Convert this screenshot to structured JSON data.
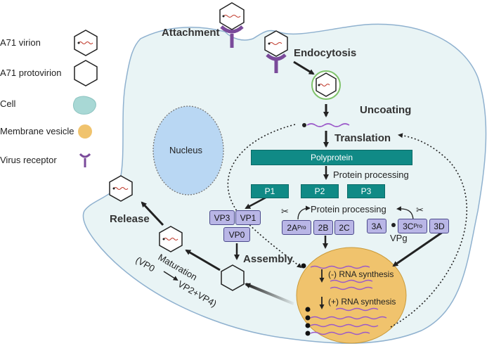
{
  "legend": {
    "virion": "A71 virion",
    "protovirion": "A71 protovirion",
    "cell": "Cell",
    "vesicle": "Membrane vesicle",
    "receptor": "Virus receptor"
  },
  "steps": {
    "attachment": "Attachment",
    "endocytosis": "Endocytosis",
    "uncoating": "Uncoating",
    "translation": "Translation",
    "release": "Release",
    "assembly": "Assembly"
  },
  "labels": {
    "nucleus": "Nucleus",
    "polyprotein": "Polyprotein",
    "protein_processing_1": "Protein processing",
    "protein_processing_2": "Protein processing",
    "vpg": "VPg",
    "minus_rna": "(-) RNA synthesis",
    "plus_rna": "(+) RNA synthesis",
    "maturation": "Maturation",
    "maturation_left": "(VP0",
    "maturation_right": "VP2+VP4)"
  },
  "proteins": {
    "p1": "P1",
    "p2": "P2",
    "p3": "P3",
    "vp3": "VP3",
    "vp1": "VP1",
    "vp0": "VP0",
    "a2": "2A",
    "a2_sup": "Pro",
    "b2": "2B",
    "c2": "2C",
    "a3": "3A",
    "c3": "3C",
    "c3_sup": "Pro",
    "d3": "3D"
  },
  "colors": {
    "cell_fill": "#e9f4f5",
    "cell_stroke": "#8fb1cf",
    "nucleus_fill": "#b9d7f3",
    "vesicle_fill": "#f0c36d",
    "teal": "#108a86",
    "purple_box": "#b9b6e6",
    "receptor": "#7a4a9a",
    "rna": "#9b59c9"
  }
}
